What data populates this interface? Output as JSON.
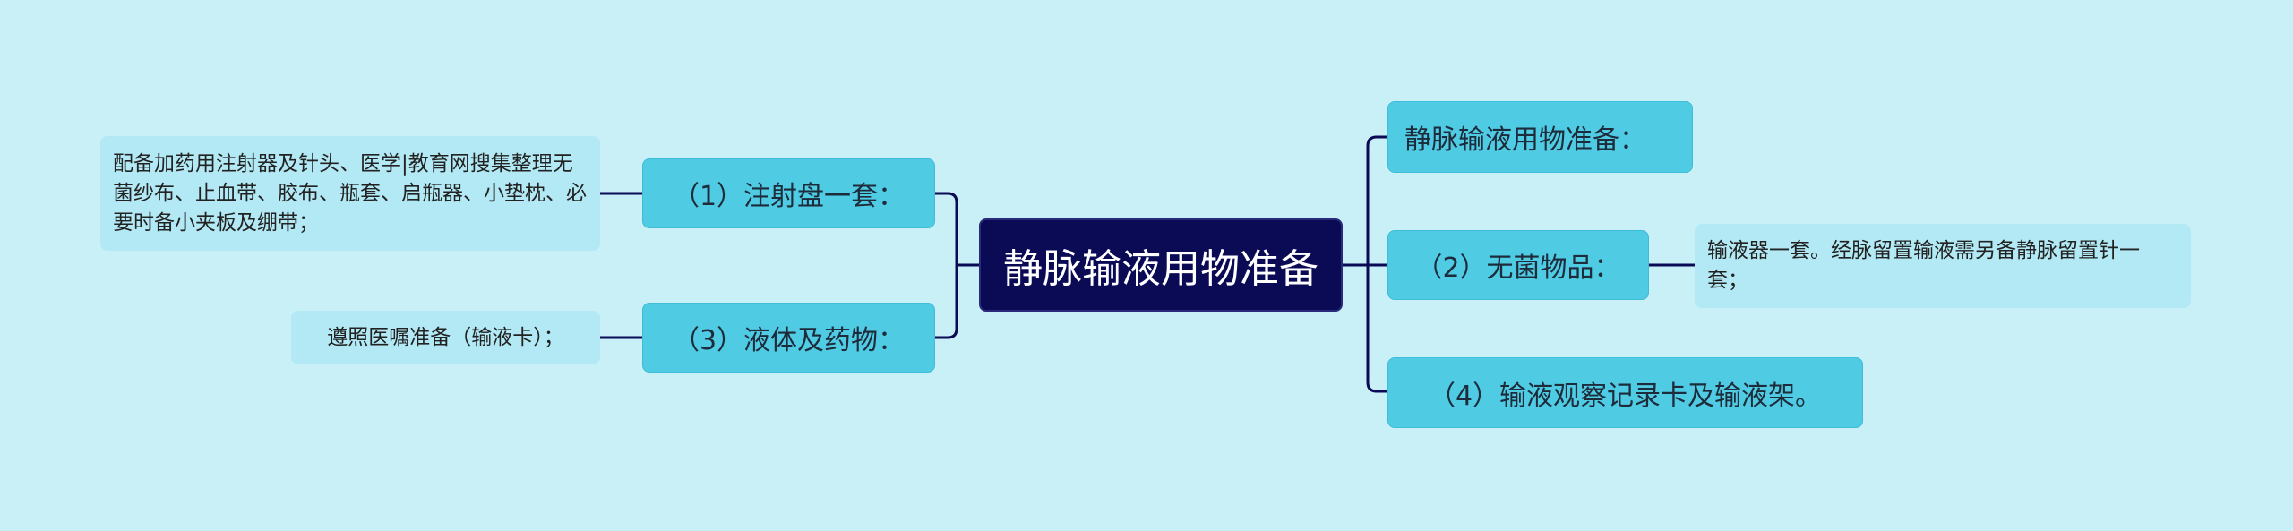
{
  "mindmap": {
    "root": {
      "label": "静脉输液用物准备"
    },
    "colors": {
      "background": "#c9f0f7",
      "root_fill": "#0b0a54",
      "branch_fill": "#4fcbe3",
      "leaf_fill": "#b2e9f4",
      "line": "#0b0a54"
    },
    "left_branches": [
      {
        "label": "（1）注射盘一套：",
        "leaf": "配备加药用注射器及针头、医学|教育网搜集整理无菌纱布、止血带、胶布、瓶套、启瓶器、小垫枕、必要时备小夹板及绷带；"
      },
      {
        "label": "（3）液体及药物：",
        "leaf": "遵照医嘱准备（输液卡）；"
      }
    ],
    "right_branches": [
      {
        "label": "静脉输液用物准备："
      },
      {
        "label": "（2）无菌物品：",
        "leaf": "输液器一套。经脉留置输液需另备静脉留置针一套；"
      },
      {
        "label": "（4）输液观察记录卡及输液架。"
      }
    ]
  }
}
